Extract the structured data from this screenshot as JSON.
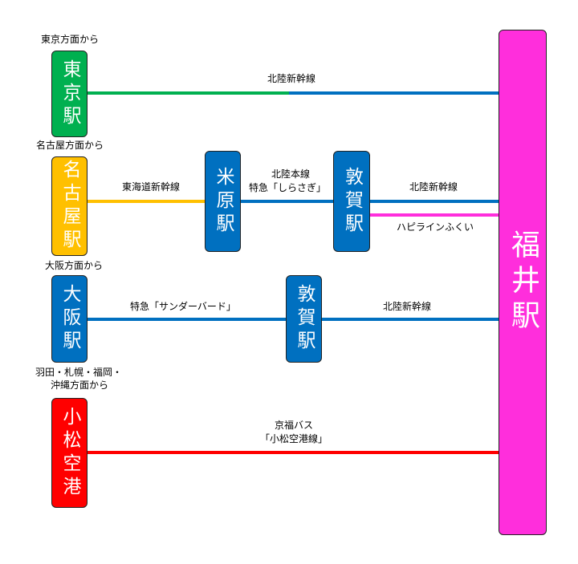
{
  "colors": {
    "green": "#00B050",
    "yellow": "#FFC000",
    "blue": "#0070C0",
    "red": "#FF0000",
    "magenta": "#FF2EDC"
  },
  "origins": {
    "tokyo": "東京方面から",
    "nagoya": "名古屋方面から",
    "osaka": "大阪方面から",
    "airport_line1": "羽田・札幌・福岡・",
    "airport_line2": "沖縄方面から"
  },
  "stations": {
    "tokyo": "東京駅",
    "nagoya": "名古屋駅",
    "maibara": "米原駅",
    "tsuruga": "敦賀駅",
    "osaka": "大阪駅",
    "tsuruga2": "敦賀駅",
    "komatsu": "小松空港",
    "fukui": "福井駅"
  },
  "routes": {
    "tokyo_fukui": "北陸新幹線",
    "nagoya_maibara": "東海道新幹線",
    "maibara_tsuruga_1": "北陸本線",
    "maibara_tsuruga_2": "特急「しらさぎ」",
    "tsuruga_fukui": "北陸新幹線",
    "hapiline": "ハピラインふくい",
    "osaka_tsuruga": "特急「サンダーバード」",
    "tsuruga2_fukui": "北陸新幹線",
    "bus_1": "京福バス",
    "bus_2": "「小松空港線」"
  }
}
